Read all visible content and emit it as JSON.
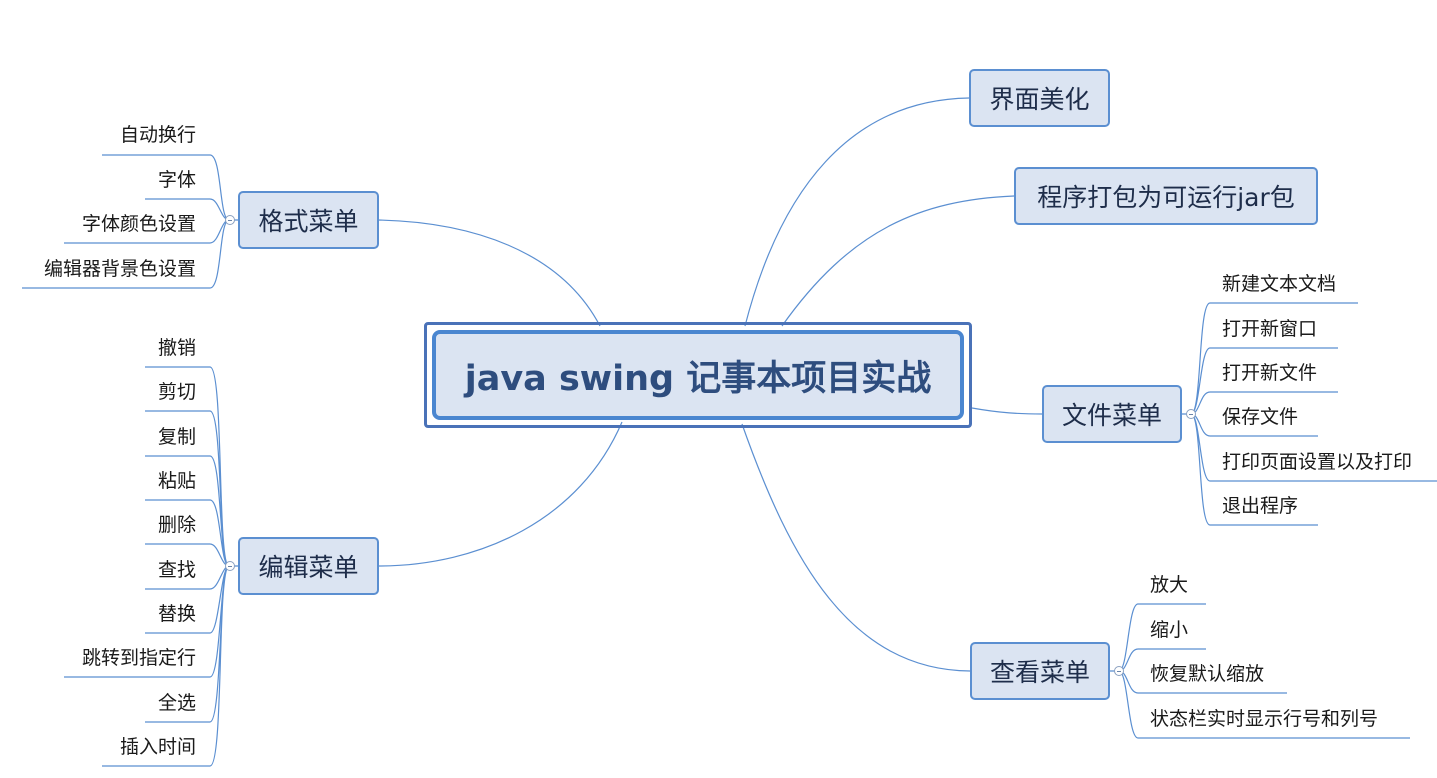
{
  "central": {
    "title": "java swing 记事本项目实战"
  },
  "topics": {
    "format": {
      "label": "格式菜单",
      "items": [
        "自动换行",
        "字体",
        "字体颜色设置",
        "编辑器背景色设置"
      ]
    },
    "edit": {
      "label": "编辑菜单",
      "items": [
        "撤销",
        "剪切",
        "复制",
        "粘贴",
        "删除",
        "查找",
        "替换",
        "跳转到指定行",
        "全选",
        "插入时间"
      ]
    },
    "beautify": {
      "label": "界面美化"
    },
    "package": {
      "label": "程序打包为可运行jar包"
    },
    "file": {
      "label": "文件菜单",
      "items": [
        "新建文本文档",
        "打开新窗口",
        "打开新文件",
        "保存文件",
        "打印页面设置以及打印",
        "退出程序"
      ]
    },
    "view": {
      "label": "查看菜单",
      "items": [
        "放大",
        "缩小",
        "恢复默认缩放",
        "状态栏实时显示行号和列号"
      ]
    }
  },
  "colors": {
    "connector": "#5b8fd1",
    "topic_fill": "#dbe4f2",
    "topic_border": "#5b8fd1",
    "central_text": "#2e4d7e"
  }
}
